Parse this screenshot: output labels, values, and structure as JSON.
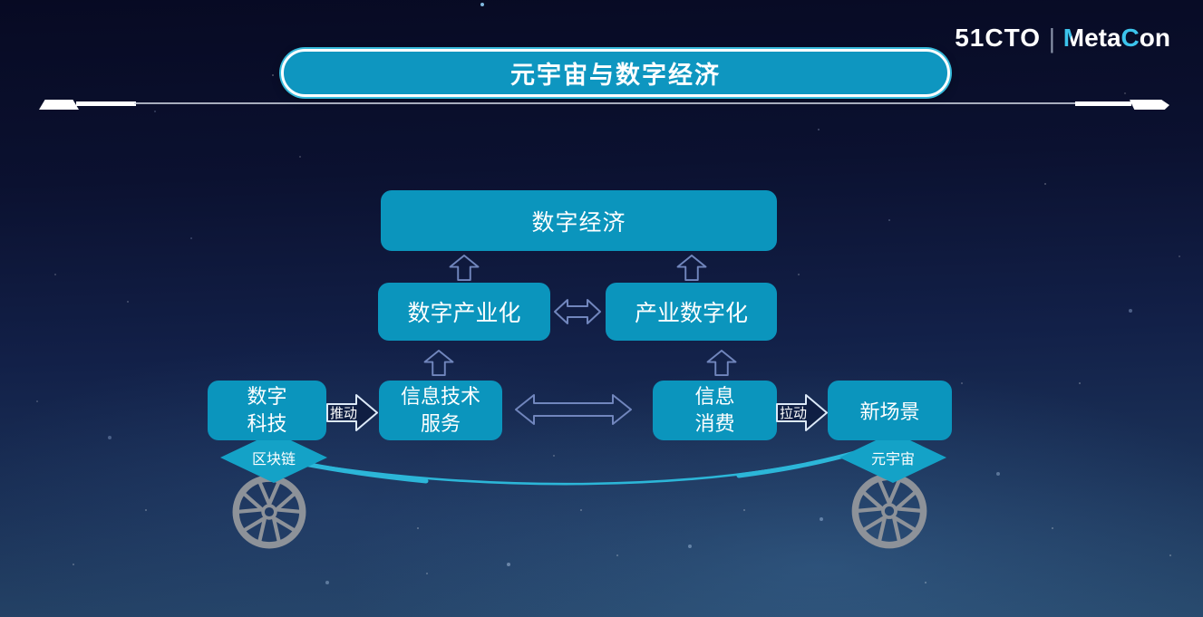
{
  "logo": {
    "brand": "51CTO",
    "separator": "|",
    "meta": {
      "m": "M",
      "eta": "eta",
      "c": "C",
      "on": "on"
    }
  },
  "title": "元宇宙与数字经济",
  "diagram": {
    "top_box": {
      "label": "数字经济"
    },
    "middle_row": {
      "left_box": {
        "label": "数字产业化"
      },
      "right_box": {
        "label": "产业数字化"
      }
    },
    "bottom_row": {
      "box1": {
        "line1": "数字",
        "line2": "科技"
      },
      "push_label": "推动",
      "box2": {
        "line1": "信息技术",
        "line2": "服务"
      },
      "box3": {
        "line1": "信息",
        "line2": "消费"
      },
      "pull_label": "拉动",
      "box4": {
        "label": "新场景"
      }
    },
    "tags": {
      "left": "区块链",
      "right": "元宇宙"
    }
  },
  "colors": {
    "box_teal": "#0b95bd",
    "tag_teal": "#14a2c7",
    "accent_cyan": "#2cb6d8",
    "arrow_outline": "#7186bd",
    "logo_cyan": "#3cc4ec",
    "background_top": "#070a23",
    "background_bottom": "#27486b",
    "wheel_gray": "#8d9299"
  }
}
